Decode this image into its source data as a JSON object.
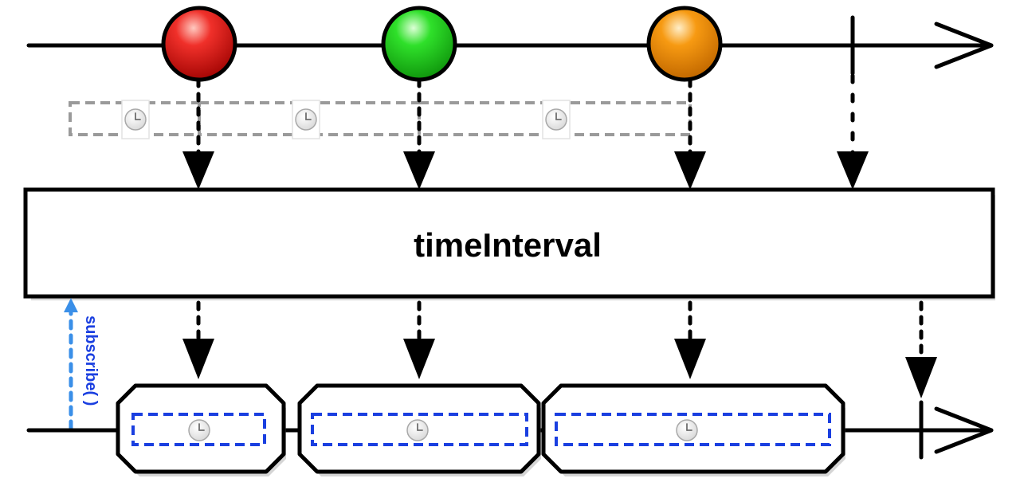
{
  "operator": {
    "label": "timeInterval"
  },
  "subscribe": {
    "label": "subscribe( )",
    "color": "#1a3fe0",
    "arrow_color": "#3a8fe8"
  },
  "colors": {
    "line": "#000000",
    "interval_box": "#999999",
    "output_box_dash": "#1a3fe0",
    "clock_face": "#f2f2f2",
    "clock_rim": "#b5b5b5",
    "clock_hands": "#707070"
  },
  "source": {
    "items": [
      {
        "name": "red-marble",
        "color": "#e2130f",
        "highlight": "#ffb3a8"
      },
      {
        "name": "green-marble",
        "color": "#1fd51b",
        "highlight": "#c8ffc0"
      },
      {
        "name": "orange-marble",
        "color": "#f08c00",
        "highlight": "#ffe2a8"
      }
    ],
    "completion": "complete-marker",
    "interval_icons": [
      "clock-icon",
      "clock-icon",
      "clock-icon"
    ]
  },
  "output": {
    "items": [
      {
        "name": "interval-item",
        "icon": "clock-icon"
      },
      {
        "name": "interval-item",
        "icon": "clock-icon"
      },
      {
        "name": "interval-item",
        "icon": "clock-icon"
      }
    ],
    "completion": "complete-marker"
  }
}
